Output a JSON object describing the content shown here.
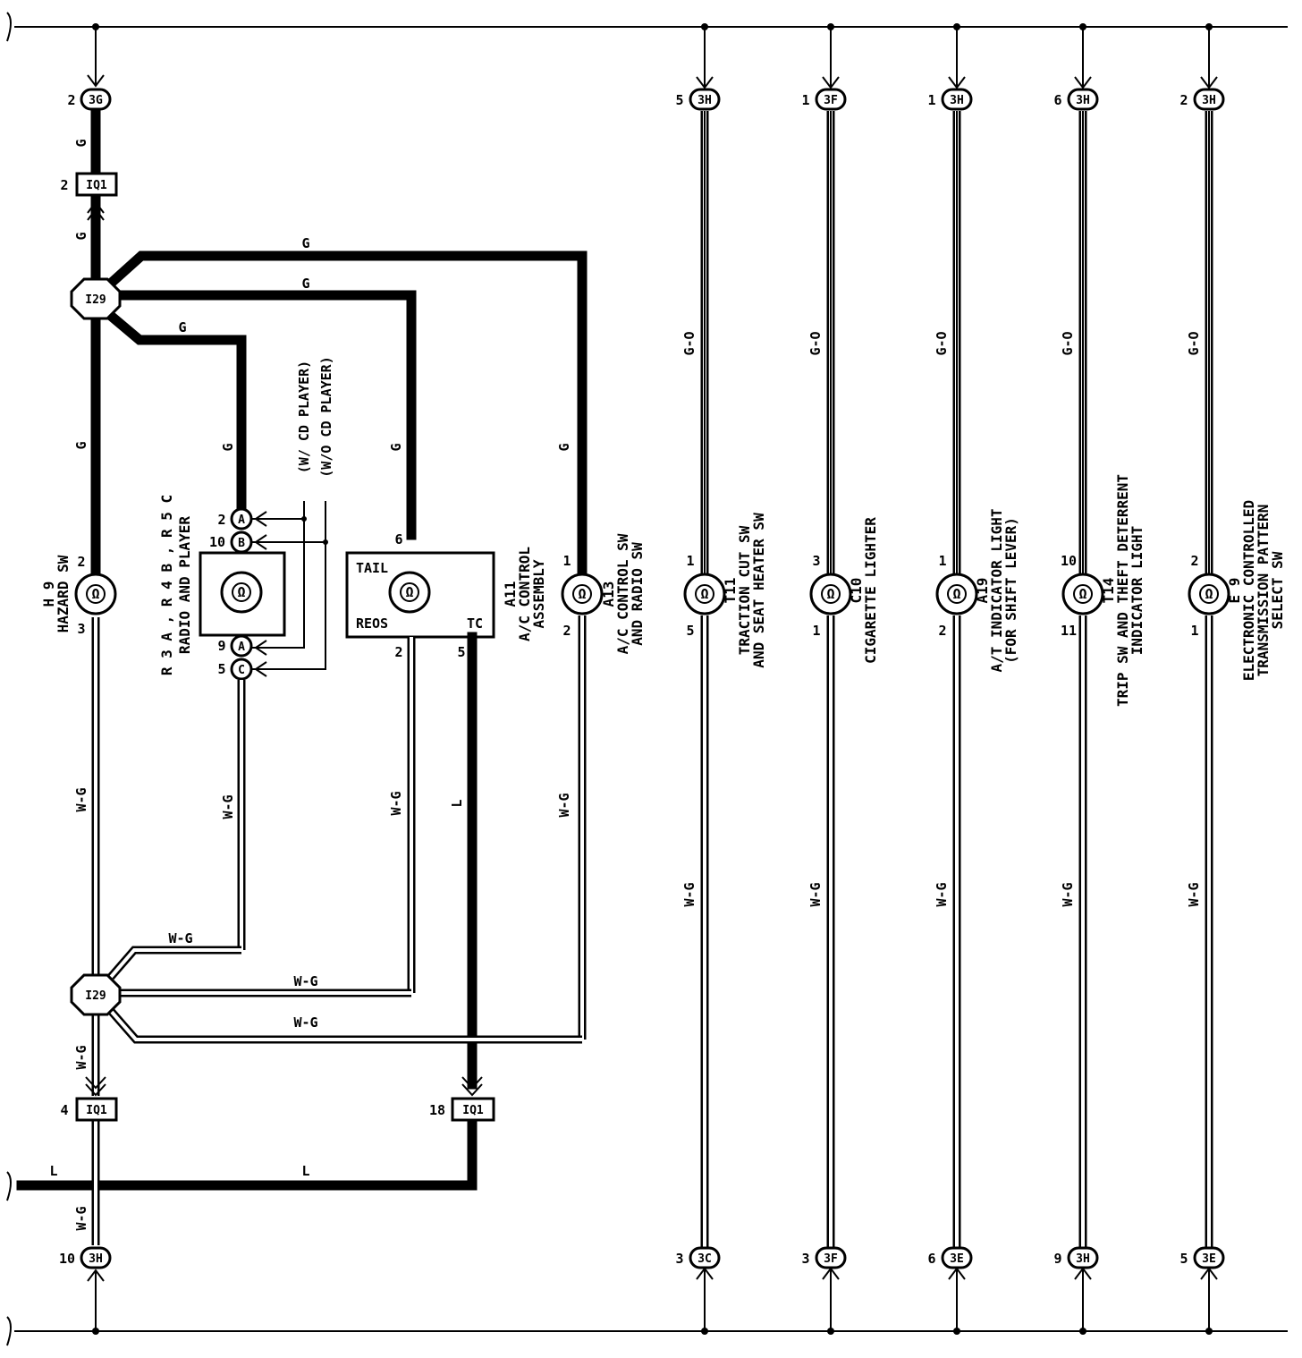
{
  "wires": {
    "green": "G",
    "green_orange": "G-O",
    "white_green": "W-G",
    "blue": "L"
  },
  "junction": {
    "name": "I29"
  },
  "connector": {
    "name": "IQ1",
    "pin_top": "2",
    "pin_left_bottom": "4",
    "pin_mid_bottom": "18"
  },
  "hazard": {
    "top_connector": "3G",
    "top_pin": "2",
    "bottom_connector": "3H",
    "bottom_pin": "10",
    "sw_pin_top": "2",
    "sw_pin_bottom": "3",
    "code": "H 9",
    "name": "HAZARD SW"
  },
  "radio": {
    "code": "R 3 A , R 4 B , R 5 C",
    "name": "RADIO AND PLAYER",
    "note1": "(W/ CD PLAYER)",
    "note2": "(W/O CD PLAYER)",
    "pin_a_top": "2",
    "pin_b_top": "10",
    "pin_a_bottom": "9",
    "pin_c_bottom": "5",
    "letter_a": "A",
    "letter_b": "B",
    "letter_c": "C"
  },
  "ac_control": {
    "code": "A11",
    "name1": "A/C CONTROL",
    "name2": "ASSEMBLY",
    "tail": "TAIL",
    "reos": "REOS",
    "tc": "TC",
    "pin_top": "6",
    "pin_reos": "2",
    "pin_tc": "5"
  },
  "ac_switch": {
    "code": "A13",
    "name1": "A/C CONTROL SW",
    "name2": "AND RADIO SW",
    "pin_top": "1",
    "pin_bottom": "2"
  },
  "lamp_symbol": "Ω",
  "right_columns": [
    {
      "top_conn": "3H",
      "top_pin": "5",
      "bottom_conn": "3C",
      "bottom_pin": "3",
      "pin_upper": "1",
      "pin_lower": "5",
      "code": "T11",
      "name1": "TRACTION CUT SW",
      "name2": "AND SEAT HEATER SW",
      "name3": ""
    },
    {
      "top_conn": "3F",
      "top_pin": "1",
      "bottom_conn": "3F",
      "bottom_pin": "3",
      "pin_upper": "3",
      "pin_lower": "1",
      "code": "C10",
      "name1": "CIGARETTE LIGHTER",
      "name2": "",
      "name3": ""
    },
    {
      "top_conn": "3H",
      "top_pin": "1",
      "bottom_conn": "3E",
      "bottom_pin": "6",
      "pin_upper": "1",
      "pin_lower": "2",
      "code": "A19",
      "name1": "A/T INDICATOR LIGHT",
      "name2": "(FOR SHIFT LEVER)",
      "name3": ""
    },
    {
      "top_conn": "3H",
      "top_pin": "6",
      "bottom_conn": "3H",
      "bottom_pin": "9",
      "pin_upper": "10",
      "pin_lower": "11",
      "code": "T14",
      "name1": "TRIP SW AND THEFT DETERRENT",
      "name2": "INDICATOR LIGHT",
      "name3": ""
    },
    {
      "top_conn": "3H",
      "top_pin": "2",
      "bottom_conn": "3E",
      "bottom_pin": "5",
      "pin_upper": "2",
      "pin_lower": "1",
      "code": "E 9",
      "name1": "ELECTRONIC CONTROLLED",
      "name2": "TRANSMISSION PATTERN",
      "name3": "SELECT SW"
    }
  ]
}
